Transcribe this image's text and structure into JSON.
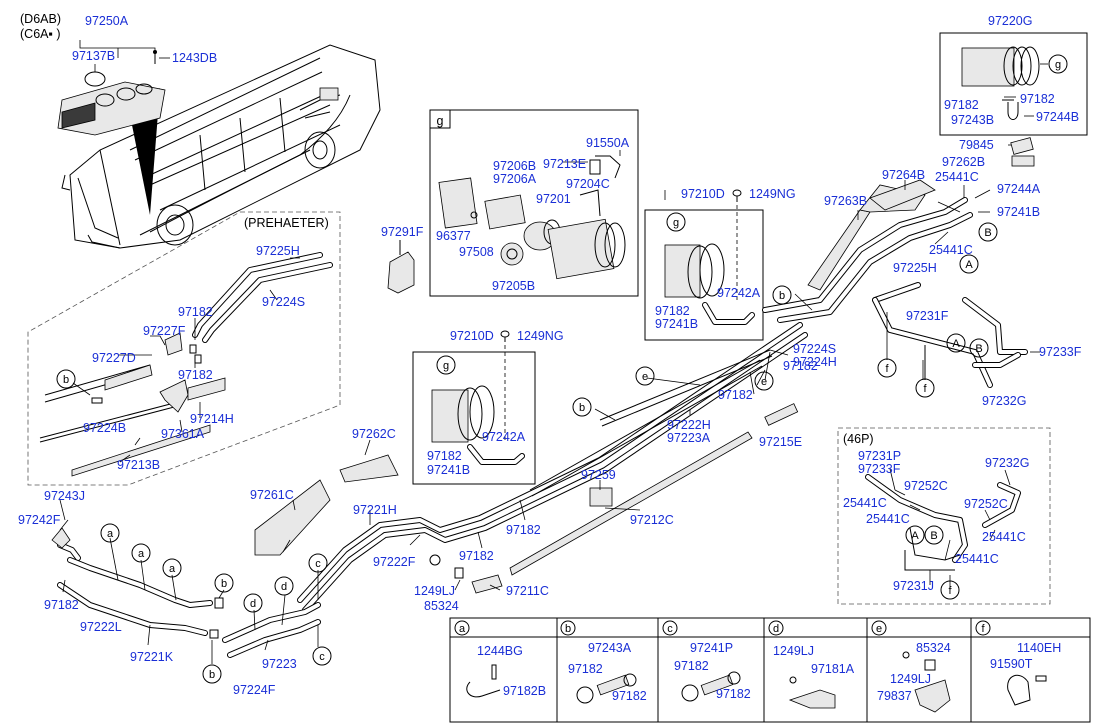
{
  "variant": {
    "line1": "(D6AB)",
    "line2": "(C6A▪ )"
  },
  "preheater_label": "(PREHAETER)",
  "p46_label": "(46P)",
  "labels": {
    "97250A": "97250A",
    "97137B": "97137B",
    "1243DB": "1243DB",
    "97220G": "97220G",
    "97182_tr1": "97182",
    "97243B_tr": "97243B",
    "97182_tr2": "97182",
    "97244B": "97244B",
    "79845": "79845",
    "97262B": "97262B",
    "97264B": "97264B",
    "25441C_tr": "25441C",
    "97244A": "97244A",
    "97241B_tr": "97241B",
    "97263B": "97263B",
    "25441C_tr2": "25441C",
    "97225H_r": "97225H",
    "91550A": "91550A",
    "97206B": "97206B",
    "97206A": "97206A",
    "97213E": "97213E",
    "97204C": "97204C",
    "97201": "97201",
    "96377": "96377",
    "97508": "97508",
    "97205B": "97205B",
    "97291F": "97291F",
    "97210D_r": "97210D",
    "1249NG_r": "1249NG",
    "97242A_r": "97242A",
    "97182_rb1": "97182",
    "97241B_rb": "97241B",
    "97182_rb2": "97182",
    "97224S_r": "97224S",
    "97224H": "97224H",
    "97182_rb3": "97182",
    "97231F": "97231F",
    "97233F": "97233F",
    "97232G": "97232G",
    "97225H_l": "97225H",
    "97224S_l": "97224S",
    "97182_p1": "97182",
    "97227F": "97227F",
    "97227D": "97227D",
    "97182_p2": "97182",
    "97214H": "97214H",
    "97224B": "97224B",
    "97361A": "97361A",
    "97213B": "97213B",
    "97210D_m": "97210D",
    "1249NG_m": "1249NG",
    "97242A_m": "97242A",
    "97182_m1": "97182",
    "97241B_m": "97241B",
    "97182_m2": "97182",
    "97182_m3": "97182",
    "97222H": "97222H",
    "97223A": "97223A",
    "97215E": "97215E",
    "97262C": "97262C",
    "97261C": "97261C",
    "97221H": "97221H",
    "97222F": "97222F",
    "97259": "97259",
    "97212C": "97212C",
    "1249LJ": "1249LJ",
    "85324": "85324",
    "97211C": "97211C",
    "97243J": "97243J",
    "97242F": "97242F",
    "97182_ll": "97182",
    "97222L": "97222L",
    "97221K": "97221K",
    "97223": "97223",
    "97224F": "97224F",
    "97231P": "97231P",
    "97233F_46": "97233F",
    "97232G_46": "97232G",
    "97252C_1": "97252C",
    "25441C_46a": "25441C",
    "97252C_2": "97252C",
    "25441C_46b": "25441C",
    "25441C_46c": "25441C",
    "25441C_46d": "25441C",
    "97231J": "97231J"
  },
  "callouts": {
    "g_tr": "g",
    "g_r": "g",
    "g_m": "g",
    "A_r": "A",
    "B_r": "B",
    "A_f": "A",
    "B_f": "B",
    "A_46": "A",
    "B_46": "B",
    "b_1": "b",
    "b_2": "b",
    "b_3": "b",
    "b_4": "b",
    "b_5": "b",
    "e_1": "e",
    "e_2": "e",
    "f_1": "f",
    "f_2": "f",
    "f_46": "f",
    "a_1": "a",
    "a_2": "a",
    "a_3": "a",
    "c_1": "c",
    "c_2": "c",
    "d_1": "d",
    "d_2": "d"
  },
  "legend": [
    {
      "key": "a",
      "parts": [
        "1244BG",
        "97182B"
      ]
    },
    {
      "key": "b",
      "parts": [
        "97243A",
        "97182",
        "97182"
      ]
    },
    {
      "key": "c",
      "parts": [
        "97241P",
        "97182",
        "97182"
      ]
    },
    {
      "key": "d",
      "parts": [
        "1249LJ",
        "97181A"
      ]
    },
    {
      "key": "e",
      "parts": [
        "85324",
        "1249LJ",
        "79837"
      ]
    },
    {
      "key": "f",
      "parts": [
        "1140EH",
        "91590T"
      ]
    }
  ],
  "inset_g_key": "g"
}
